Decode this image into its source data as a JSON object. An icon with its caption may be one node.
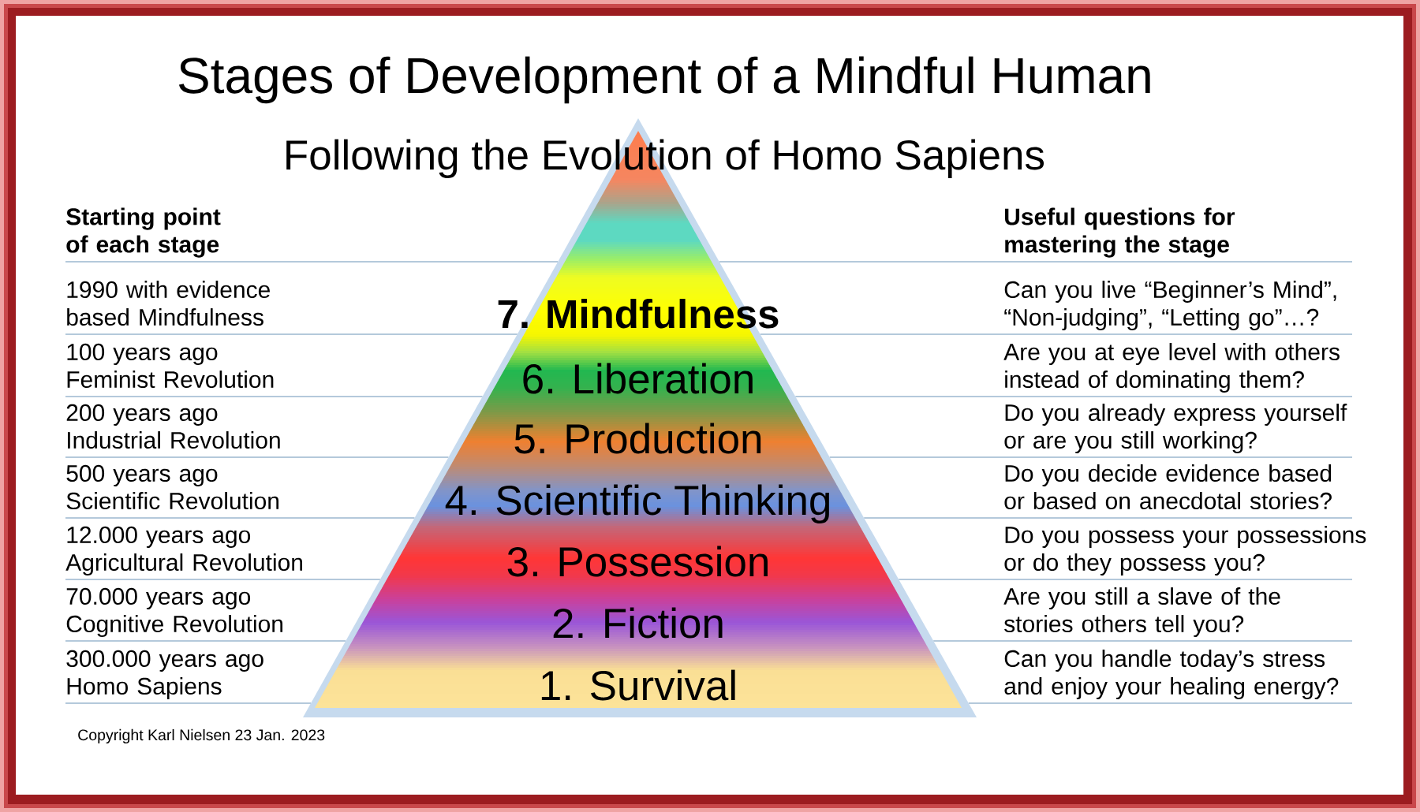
{
  "diagram": {
    "title": "Stages of Development of a Mindful Human",
    "nodes": [
      {
        "text": [
          "7. Mindfulness",
          "6. Liberation",
          "5. Production",
          "4. Scientific Thinking",
          "3. Possession",
          "2. Fiction",
          "1. Survival"
        ]
      }
    ],
    "labels": [
      "Following the Evolution of Homo Sapiens",
      "Starting point of each stage",
      "Useful questions for mastering the stage",
      "1990 with evidence based Mindfulness",
      "Can you live “Beginner’s Mind”, “Non-judging”, “Letting go”…?",
      "100 years ago Feminist Revolution",
      "Are you at eye level with others instead of dominating them?",
      "200 years ago Industrial Revolution",
      "Do you already express yourself or are you still working?",
      "500 years ago Scientific Revolution",
      "Do you decide evidence based or based on anecdotal stories?",
      "12.000 years ago Agricultural Revolution",
      "Do you possess your possessions or do they possess you?",
      "70.000 years ago Cognitive Revolution",
      "Are you still a slave of the stories others tell you?",
      "300.000 years ago Homo Sapiens",
      "Can you handle today’s stress and enjoy your healing energy?",
      "Copyright Karl Nielsen 23 Jan. 2023"
    ]
  }
}
